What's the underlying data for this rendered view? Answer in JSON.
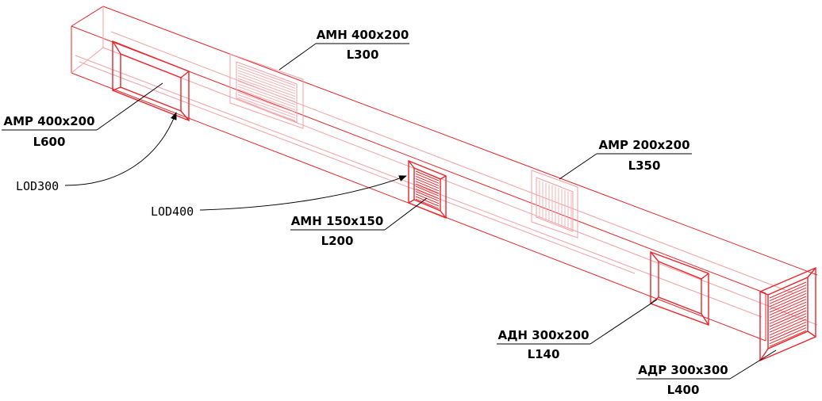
{
  "colors": {
    "duct": "#e8262c",
    "duct_faint": "#f2a0a3",
    "annotation": "#000000",
    "background": "#ffffff"
  },
  "labels": {
    "amr_400x200": {
      "type": "АМР 400x200",
      "length": "L600"
    },
    "amn_400x200": {
      "type": "АМН 400x200",
      "length": "L300"
    },
    "amr_200x200": {
      "type": "АМР 200x200",
      "length": "L350"
    },
    "amn_150x150": {
      "type": "АМН 150x150",
      "length": "L200"
    },
    "adn_300x200": {
      "type": "АДН 300x200",
      "length": "L140"
    },
    "adr_300x300": {
      "type": "АДР 300x300",
      "length": "L400"
    }
  },
  "lod": {
    "lod300": "LOD300",
    "lod400": "LOD400"
  }
}
